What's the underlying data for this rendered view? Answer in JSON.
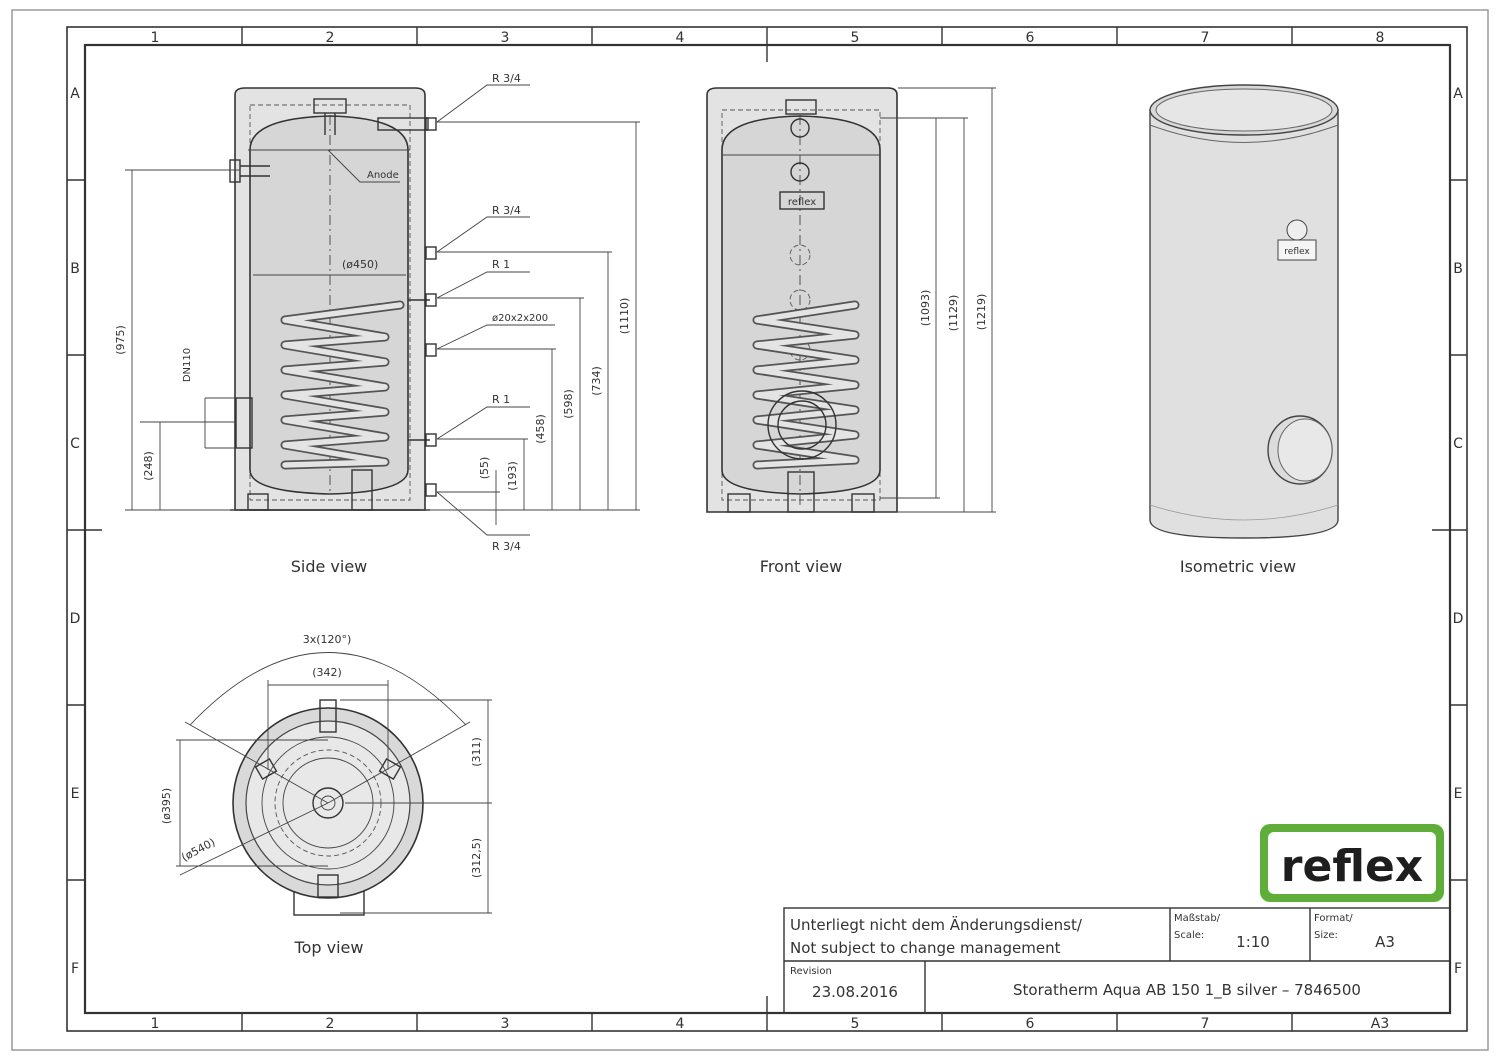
{
  "border": {
    "columns": [
      "1",
      "2",
      "3",
      "4",
      "5",
      "6",
      "7",
      "8"
    ],
    "columns_bottom": [
      "1",
      "2",
      "3",
      "4",
      "5",
      "6",
      "7",
      "A3"
    ],
    "rows": [
      "A",
      "B",
      "C",
      "D",
      "E",
      "F"
    ]
  },
  "views": {
    "side": "Side  view",
    "front": "Front  view",
    "isometric": "Isometric  view",
    "top": "Top  view"
  },
  "side_callouts": {
    "r34_top": "R 3/4",
    "anode": "Anode",
    "r34_mid": "R 3/4",
    "r1_upper": "R 1",
    "pipe": "ø20x2x200",
    "r1_lower": "R 1",
    "r34_bottom": "R 3/4"
  },
  "side_dims": {
    "d450": "(ø450)",
    "d975": "(975)",
    "dn110": "DN110",
    "d248": "(248)",
    "d55": "(55)",
    "d193": "(193)",
    "d458": "(458)",
    "d598": "(598)",
    "d734": "(734)",
    "d1110": "(1110)"
  },
  "front_dims": {
    "d1093": "(1093)",
    "d1129": "(1129)",
    "d1219": "(1219)"
  },
  "top_dims": {
    "angle": "3x(120°)",
    "d342": "(342)",
    "d311": "(311)",
    "d3125": "(312,5)",
    "d395": "(ø395)",
    "d540": "(ø540)"
  },
  "badge_text": "reflex",
  "logo_text": "reflex",
  "colors": {
    "logo_green": "#5fae3a",
    "line": "#333333",
    "tank_fill": "#d6d6d6"
  },
  "title_block": {
    "note_de": "Unterliegt  nicht  dem  Änderungsdienst/",
    "note_en": "Not  subject  to  change  management",
    "scale_label_de": "Maßstab/",
    "scale_label_en": "Scale:",
    "scale_value": "1:10",
    "format_label_de": "Format/",
    "format_label_en": "Size:",
    "format_value": "A3",
    "revision_label": "Revision",
    "revision_date": "23.08.2016",
    "product": "Storatherm  Aqua  AB  150  1_B  silver  –  7846500"
  }
}
